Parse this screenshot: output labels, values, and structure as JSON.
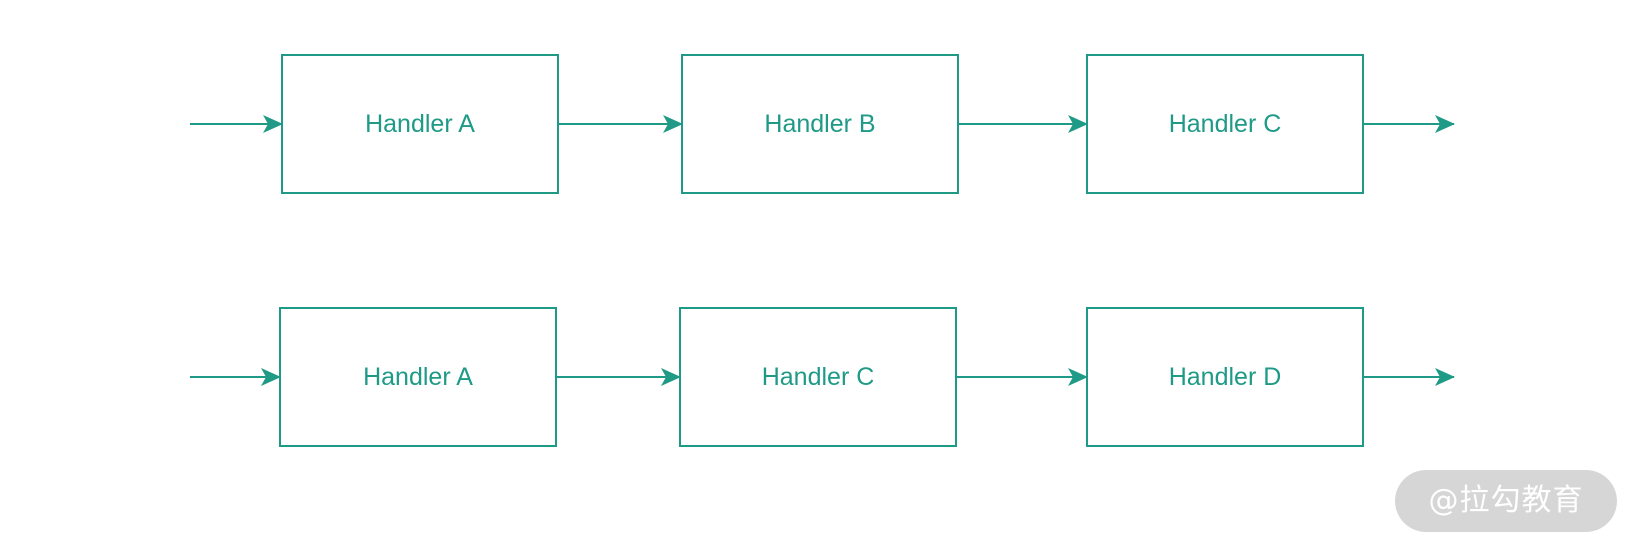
{
  "colors": {
    "accent": "#1e9a86",
    "watermark_bg": "#d2d2d2",
    "watermark_text": "#ffffff"
  },
  "rows": [
    {
      "handlers": [
        {
          "label": "Handler A"
        },
        {
          "label": "Handler B"
        },
        {
          "label": "Handler C"
        }
      ]
    },
    {
      "handlers": [
        {
          "label": "Handler A"
        },
        {
          "label": "Handler C"
        },
        {
          "label": "Handler D"
        }
      ]
    }
  ],
  "watermark": {
    "text": "@拉勾教育"
  }
}
